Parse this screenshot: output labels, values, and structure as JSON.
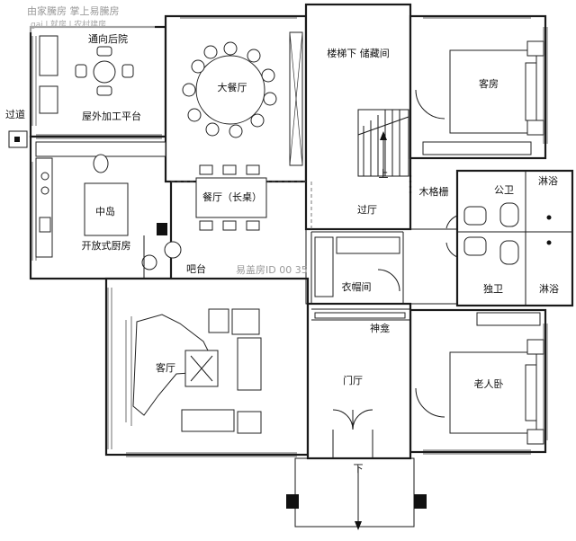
{
  "watermark": {
    "top_line": "由家騰房 掌上易騰房",
    "top_sub": "gai l 就房 l 农村建房",
    "center": "易盖房ID 00 35"
  },
  "rooms": {
    "courtyard": "通向后院",
    "outdoor_platform": "屋外加工平台",
    "passage": "过道",
    "dining_large": "大餐厅",
    "storage_under_stairs": "楼梯下 储藏间",
    "guest_room": "客房",
    "island": "中岛",
    "open_kitchen": "开放式厨房",
    "dining_long": "餐厅（长桌）",
    "up": "上",
    "lattice": "木格栅",
    "hallway": "过厅",
    "public_bath": "公卫",
    "shower_1": "淋浴",
    "cloakroom": "衣帽间",
    "bar": "吧台",
    "private_bath": "独卫",
    "shower_2": "淋浴",
    "shrine": "神龛",
    "living_room": "客厅",
    "foyer": "门厅",
    "elder_bedroom": "老人卧",
    "down": "下"
  }
}
